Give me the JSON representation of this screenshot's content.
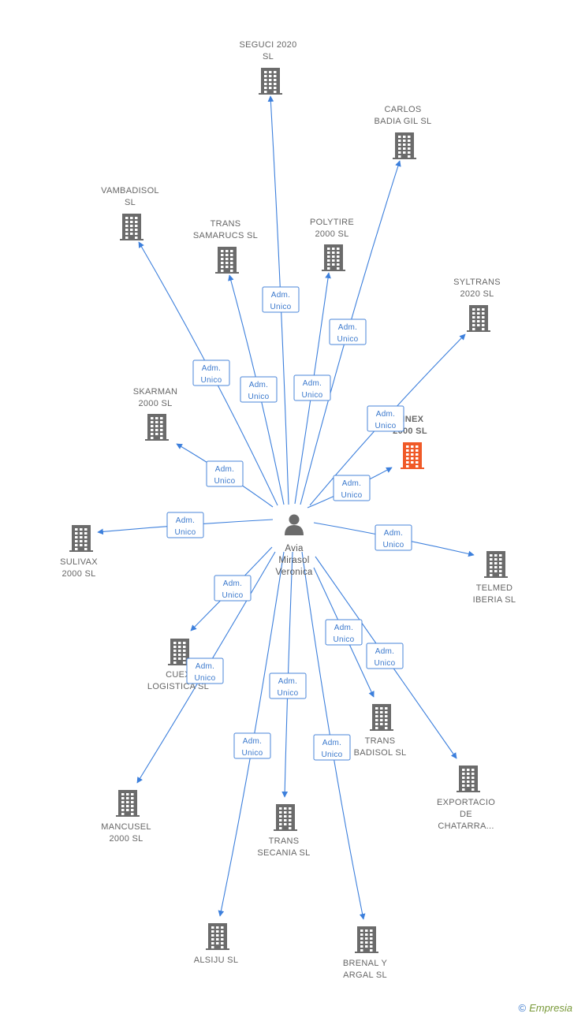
{
  "center": {
    "name_lines": [
      "Avia",
      "Mirasol",
      "Veronica"
    ]
  },
  "relation_label": [
    "Adm.",
    "Unico"
  ],
  "companies": [
    {
      "id": "seguci",
      "lines": [
        "SEGUCI 2020",
        "SL"
      ]
    },
    {
      "id": "carlos",
      "lines": [
        "CARLOS",
        "BADIA GIL SL"
      ]
    },
    {
      "id": "vambadisol",
      "lines": [
        "VAMBADISOL",
        "SL"
      ]
    },
    {
      "id": "samarucs",
      "lines": [
        "TRANS",
        "SAMARUCS SL"
      ]
    },
    {
      "id": "polytire",
      "lines": [
        "POLYTIRE",
        "2000 SL"
      ]
    },
    {
      "id": "syltrans",
      "lines": [
        "SYLTRANS",
        "2020 SL"
      ]
    },
    {
      "id": "skarman",
      "lines": [
        "SKARMAN",
        "2000 SL"
      ]
    },
    {
      "id": "sinex",
      "lines": [
        "SINEX",
        "2000 SL"
      ],
      "highlight": true
    },
    {
      "id": "sulivax",
      "lines": [
        "SULIVAX",
        "2000 SL"
      ]
    },
    {
      "id": "telmed",
      "lines": [
        "TELMED",
        "IBERIA SL"
      ]
    },
    {
      "id": "cuex",
      "lines": [
        "CUEX",
        "LOGISTICA SL"
      ]
    },
    {
      "id": "badisol",
      "lines": [
        "TRANS",
        "BADISOL SL"
      ]
    },
    {
      "id": "exportacio",
      "lines": [
        "EXPORTACIO",
        "DE",
        "CHATARRA..."
      ]
    },
    {
      "id": "mancusel",
      "lines": [
        "MANCUSEL",
        "2000 SL"
      ]
    },
    {
      "id": "secania",
      "lines": [
        "TRANS",
        "SECANIA SL"
      ]
    },
    {
      "id": "alsiju",
      "lines": [
        "ALSIJU SL"
      ]
    },
    {
      "id": "brenal",
      "lines": [
        "BRENAL Y",
        "ARGAL SL"
      ]
    }
  ],
  "colors": {
    "edge": "#3c7fdc",
    "building": "#6b6b6b",
    "highlight": "#f05a28"
  },
  "footer": {
    "copyright": "©",
    "brand": "Empresia"
  }
}
